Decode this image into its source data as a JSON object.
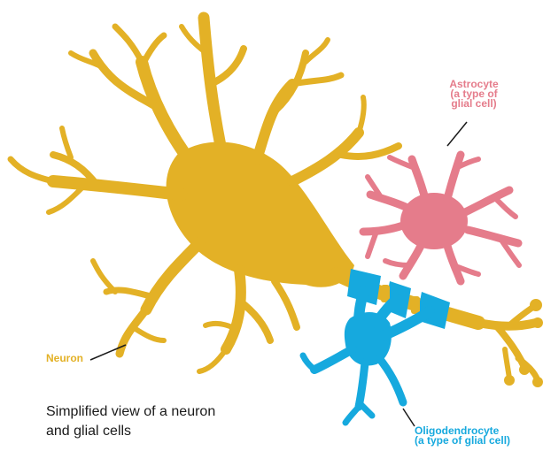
{
  "colors": {
    "neuron": "#E3B126",
    "astrocyte": "#E57C8B",
    "oligodendrocyte": "#16A9DE",
    "leader_line": "#1a1a1a",
    "caption_text": "#1a1a1a"
  },
  "labels": {
    "astrocyte": [
      "Astrocyte",
      "(a type of",
      "glial cell)"
    ],
    "neuron": "Neuron",
    "oligodendrocyte": [
      "Oligodendrocyte",
      "(a type of glial cell)"
    ]
  },
  "caption": [
    "Simplified view of a neuron",
    "and glial cells"
  ]
}
